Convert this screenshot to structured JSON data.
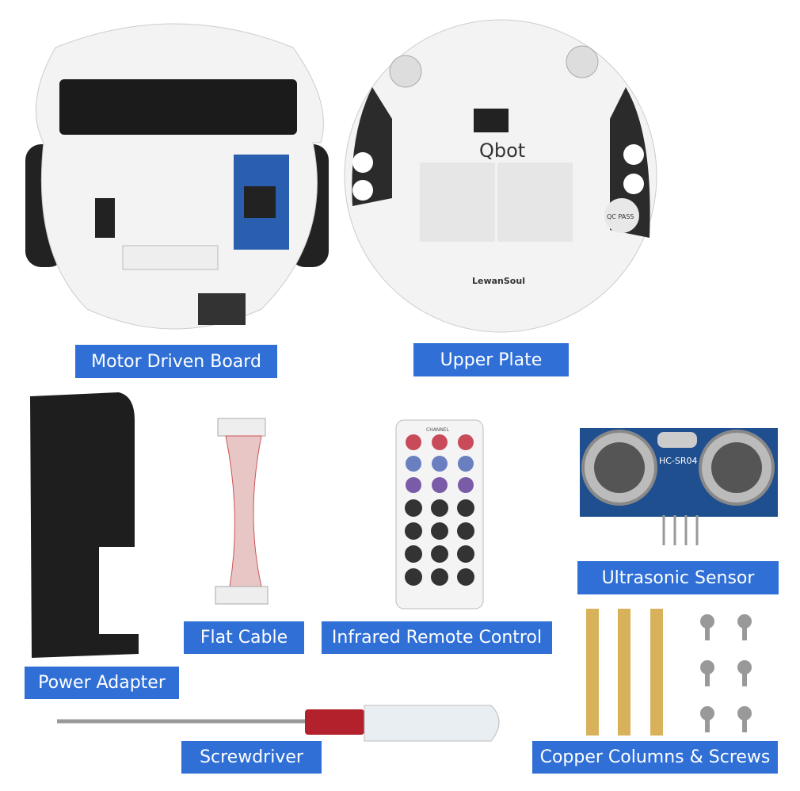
{
  "labels": {
    "motor_board": "Motor Driven Board",
    "upper_plate": "Upper Plate",
    "ultrasonic": "Ultrasonic Sensor",
    "flat_cable": "Flat Cable",
    "ir_remote": "Infrared Remote Control",
    "power_adapter": "Power Adapter",
    "screwdriver": "Screwdriver",
    "copper": "Copper Columns & Screws"
  },
  "product_text": {
    "qbot": "Qbot",
    "lewansoul": "LewanSoul",
    "qc_pass": "QC PASS",
    "sensor_model": "HC-SR04",
    "remote_channel": "CHANNEL"
  },
  "colors": {
    "label_bg": "#2f6fd6",
    "label_text": "#ffffff"
  }
}
